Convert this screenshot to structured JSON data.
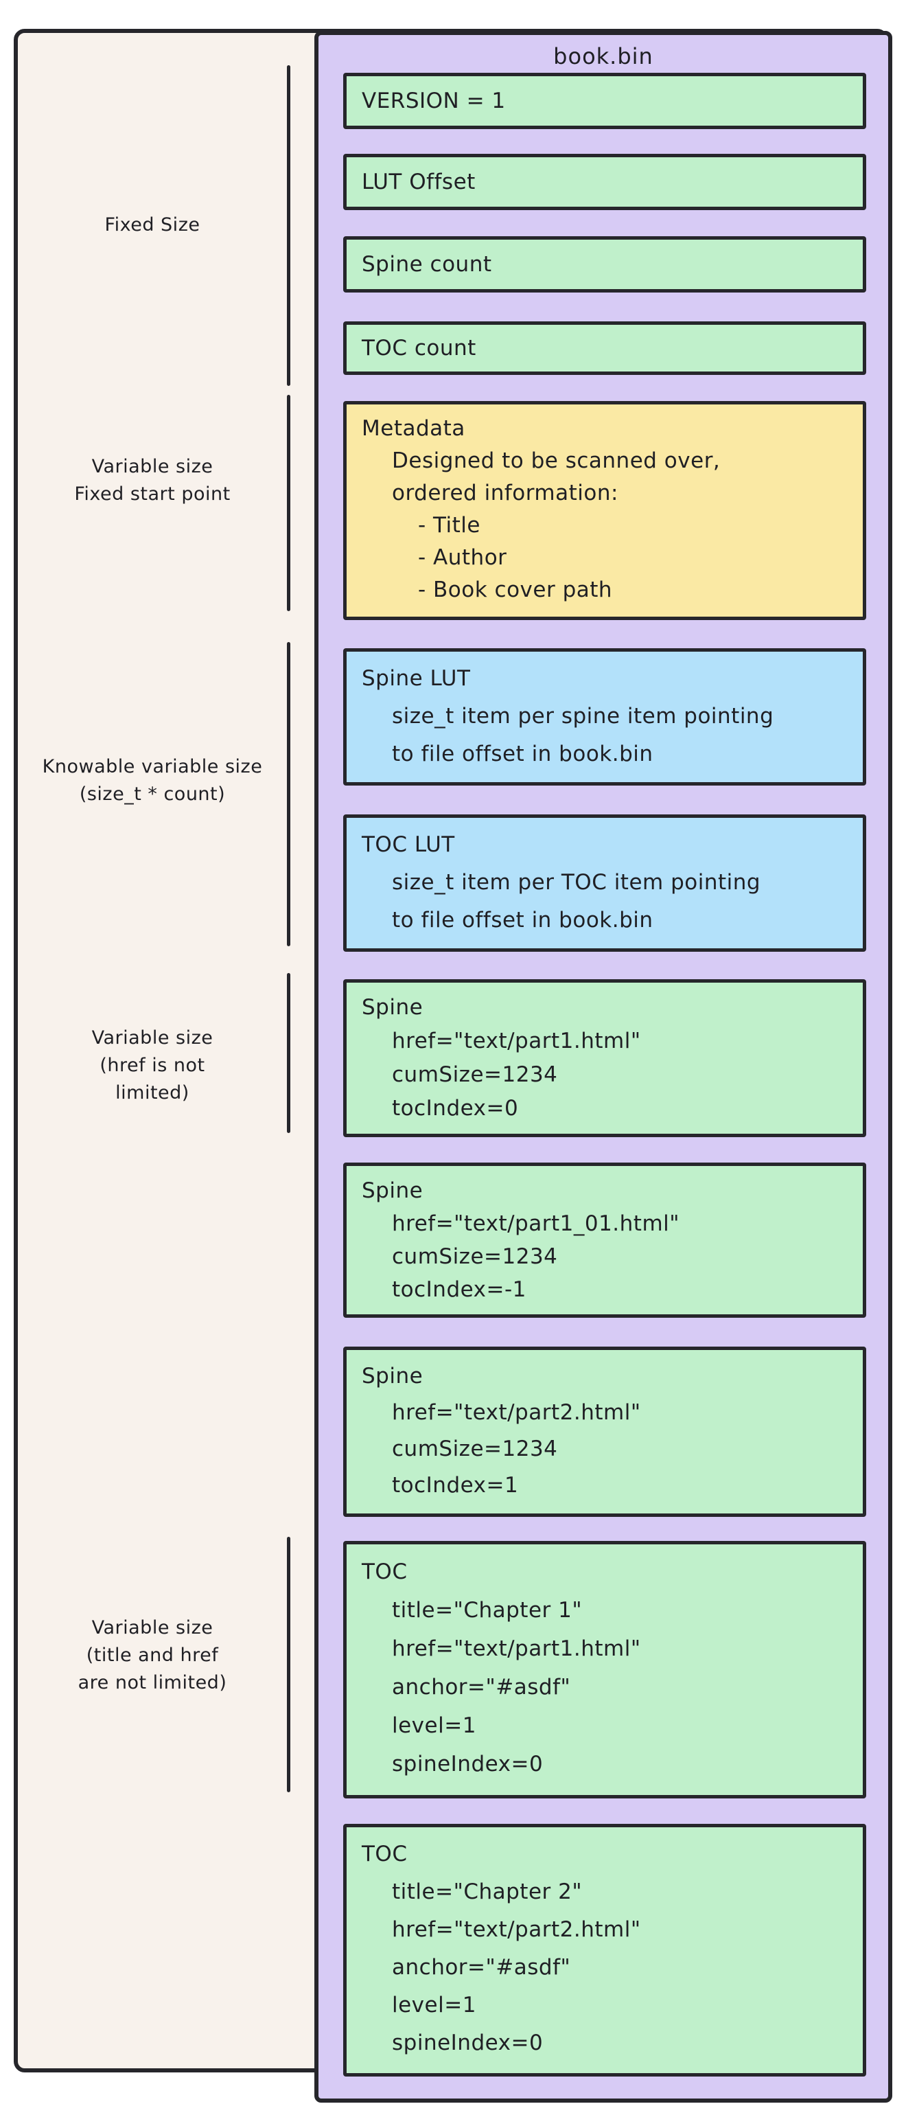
{
  "diagram": {
    "file_title": "book.bin",
    "annotations": [
      {
        "lines": [
          "Fixed Size"
        ]
      },
      {
        "lines": [
          "Variable size",
          "Fixed start point"
        ]
      },
      {
        "lines": [
          "Knowable variable size",
          "(size_t * count)"
        ]
      },
      {
        "lines": [
          "Variable size",
          "(href is not",
          "limited)"
        ]
      },
      {
        "lines": [
          "Variable size",
          "(title and href",
          "are not limited)"
        ]
      }
    ],
    "blocks": [
      {
        "name": "field-version",
        "color": "green",
        "lines": [
          [
            "VERSION = 1",
            0
          ]
        ]
      },
      {
        "name": "field-lut-offset",
        "color": "green",
        "lines": [
          [
            "LUT Offset",
            0
          ]
        ]
      },
      {
        "name": "field-spine-count",
        "color": "green",
        "lines": [
          [
            "Spine count",
            0
          ]
        ]
      },
      {
        "name": "field-toc-count",
        "color": "green",
        "lines": [
          [
            "TOC count",
            0
          ]
        ]
      },
      {
        "name": "metadata-block",
        "color": "yellow",
        "lines": [
          [
            "Metadata",
            0
          ],
          [
            "Designed to be scanned over,",
            1
          ],
          [
            "ordered information:",
            1
          ],
          [
            "- Title",
            2
          ],
          [
            "- Author",
            2
          ],
          [
            "- Book cover path",
            2
          ]
        ]
      },
      {
        "name": "spine-lut-block",
        "color": "blue",
        "lines": [
          [
            "Spine LUT",
            0
          ],
          [
            "size_t item per spine item pointing",
            1
          ],
          [
            "to file offset in book.bin",
            1
          ]
        ]
      },
      {
        "name": "toc-lut-block",
        "color": "blue",
        "lines": [
          [
            "TOC LUT",
            0
          ],
          [
            "size_t item per TOC item pointing",
            1
          ],
          [
            "to file offset in book.bin",
            1
          ]
        ]
      },
      {
        "name": "spine-entry-1",
        "color": "green",
        "lines": [
          [
            "Spine",
            0
          ],
          [
            "href=\"text/part1.html\"",
            1
          ],
          [
            "cumSize=1234",
            1
          ],
          [
            "tocIndex=0",
            1
          ]
        ]
      },
      {
        "name": "spine-entry-2",
        "color": "green",
        "lines": [
          [
            "Spine",
            0
          ],
          [
            "href=\"text/part1_01.html\"",
            1
          ],
          [
            "cumSize=1234",
            1
          ],
          [
            "tocIndex=-1",
            1
          ]
        ]
      },
      {
        "name": "spine-entry-3",
        "color": "green",
        "lines": [
          [
            "Spine",
            0
          ],
          [
            "href=\"text/part2.html\"",
            1
          ],
          [
            "cumSize=1234",
            1
          ],
          [
            "tocIndex=1",
            1
          ]
        ]
      },
      {
        "name": "toc-entry-1",
        "color": "green",
        "lines": [
          [
            "TOC",
            0
          ],
          [
            "title=\"Chapter 1\"",
            1
          ],
          [
            "href=\"text/part1.html\"",
            1
          ],
          [
            "anchor=\"#asdf\"",
            1
          ],
          [
            "level=1",
            1
          ],
          [
            "spineIndex=0",
            1
          ]
        ]
      },
      {
        "name": "toc-entry-2",
        "color": "green",
        "lines": [
          [
            "TOC",
            0
          ],
          [
            "title=\"Chapter 2\"",
            1
          ],
          [
            "href=\"text/part2.html\"",
            1
          ],
          [
            "anchor=\"#asdf\"",
            1
          ],
          [
            "level=1",
            1
          ],
          [
            "spineIndex=0",
            1
          ]
        ]
      }
    ],
    "colors": {
      "canvas_bg": "#f8f2ec",
      "container_bg": "#d7cbf5",
      "green": "#c0f0cb",
      "yellow": "#fae9a4",
      "blue": "#b3e1fa",
      "stroke": "#26262b"
    }
  }
}
